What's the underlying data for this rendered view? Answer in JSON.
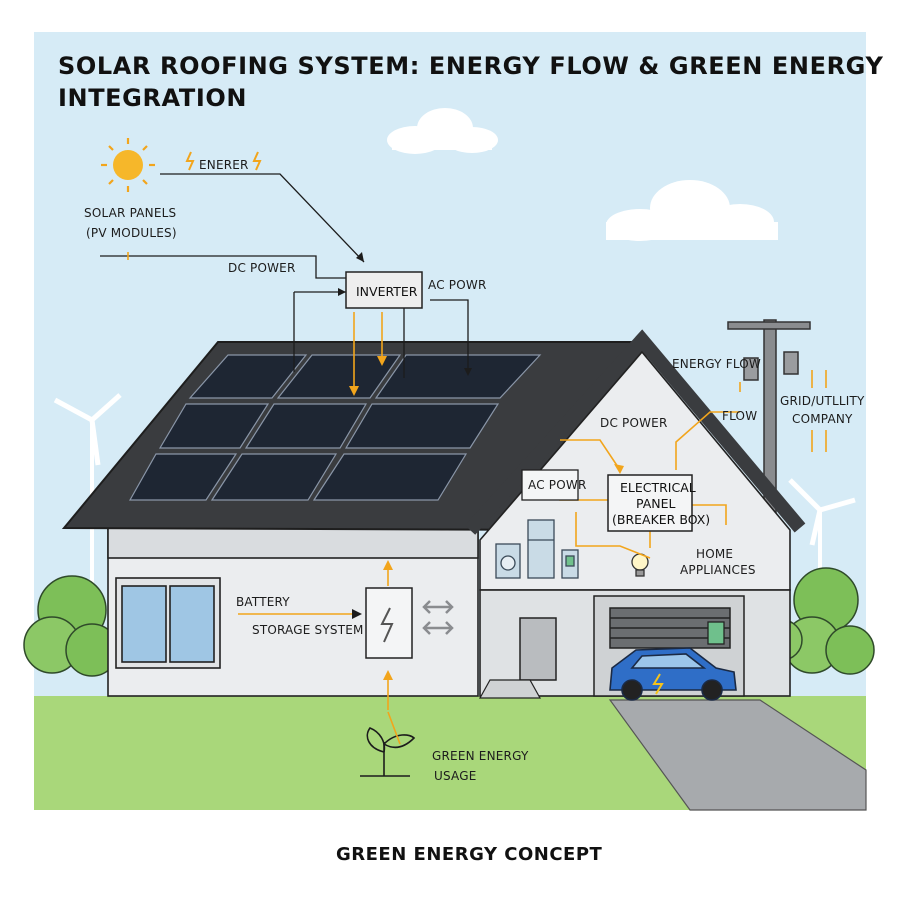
{
  "title": {
    "line1": "SOLAR ROOFING SYSTEM: ENERGY FLOW & GREEN ENERGY",
    "line2": "INTEGRATION"
  },
  "caption": "GREEN ENERGY CONCEPT",
  "labels": {
    "energy": "ENERER",
    "solar_panels_1": "SOLAR PANELS",
    "solar_panels_2": "(PV MODULES)",
    "dc_power_left": "DC POWER",
    "inverter": "INVERTER",
    "ac_power_top": "AC POWR",
    "energy_flow": "ENERGY FLOW",
    "flow": "FLOW",
    "grid_1": "GRID/UTLLITY",
    "grid_2": "COMPANY",
    "dc_power_right": "DC POWER",
    "ac_power_inside": "AC POWR",
    "panel_1": "ELECTRICAL",
    "panel_2": "PANEL",
    "panel_3": "(BREAKER BOX)",
    "home_1": "HOME",
    "home_2": "APPLIANCES",
    "battery_1": "BATTERY",
    "battery_2": "STORAGE SYSTEM",
    "green_1": "GREEN ENERGY",
    "green_2": "USAGE"
  },
  "colors": {
    "sky": "#d6ebf6",
    "roof": "#3a3c3f",
    "wall": "#ebedef",
    "grass": "#a9d77a",
    "accent_flow": "#f2a51c",
    "car": "#2f6ec7"
  },
  "icons": [
    "sun-icon",
    "lightning-icon",
    "wind-turbine-icon",
    "utility-pole-icon",
    "battery-icon",
    "sprout-icon",
    "lightbulb-icon",
    "car-icon",
    "ev-charger-icon"
  ]
}
